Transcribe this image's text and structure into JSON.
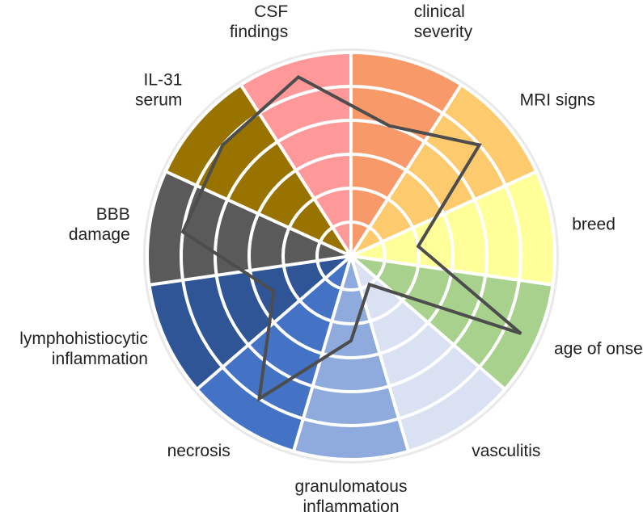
{
  "chart_data": {
    "type": "radar",
    "title": "",
    "rings": 6,
    "rlim": [
      0,
      6
    ],
    "grid": true,
    "legend": "none",
    "categories": [
      {
        "label": [
          "clinical",
          "severity"
        ],
        "value": 4.0,
        "color": "#F8996A"
      },
      {
        "label": [
          "MRI signs"
        ],
        "value": 5.0,
        "color": "#FECA6E"
      },
      {
        "label": [
          "breed"
        ],
        "value": 2.0,
        "color": "#FFFF9A"
      },
      {
        "label": [
          "age of onset"
        ],
        "value": 5.5,
        "color": "#A9D18E"
      },
      {
        "label": [
          "vasculitis"
        ],
        "value": 1.0,
        "color": "#D9E1F2"
      },
      {
        "label": [
          "granulomatous",
          "inflammation"
        ],
        "value": 2.5,
        "color": "#8FAADC"
      },
      {
        "label": [
          "necrosis"
        ],
        "value": 5.0,
        "color": "#4472C4"
      },
      {
        "label": [
          "lymphohistiocytic",
          "inflammation"
        ],
        "value": 2.5,
        "color": "#2F5597"
      },
      {
        "label": [
          "BBB",
          "damage"
        ],
        "value": 5.0,
        "color": "#5A5A5A"
      },
      {
        "label": [
          "IL-31",
          "serum"
        ],
        "value": 5.0,
        "color": "#997300"
      },
      {
        "label": [
          "CSF",
          "findings"
        ],
        "value": 5.5,
        "color": "#FF9999"
      }
    ],
    "line_color": "#4D4D4D",
    "frame_color": "#E9E9E9"
  }
}
